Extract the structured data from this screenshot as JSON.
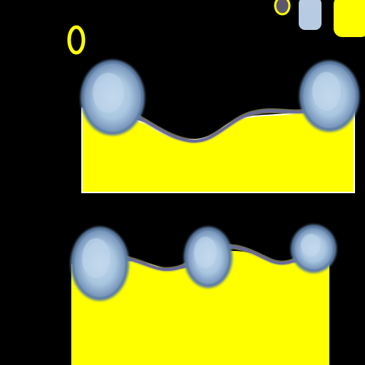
{
  "colors": {
    "background": "#000000",
    "fill": "#FFFF00",
    "droplet_fill": "#A9C6E0",
    "droplet_edge": "#5F7FA6",
    "wire": "#6A6A9A",
    "wire_glow": "#B5B56C",
    "highlight": "#E2E8F2",
    "outline_white": "#FFFFFF"
  },
  "panels": [
    {
      "id": "upper",
      "droplets": 2
    },
    {
      "id": "lower",
      "droplets": 3
    }
  ],
  "corner_marks": {
    "count": 4
  }
}
